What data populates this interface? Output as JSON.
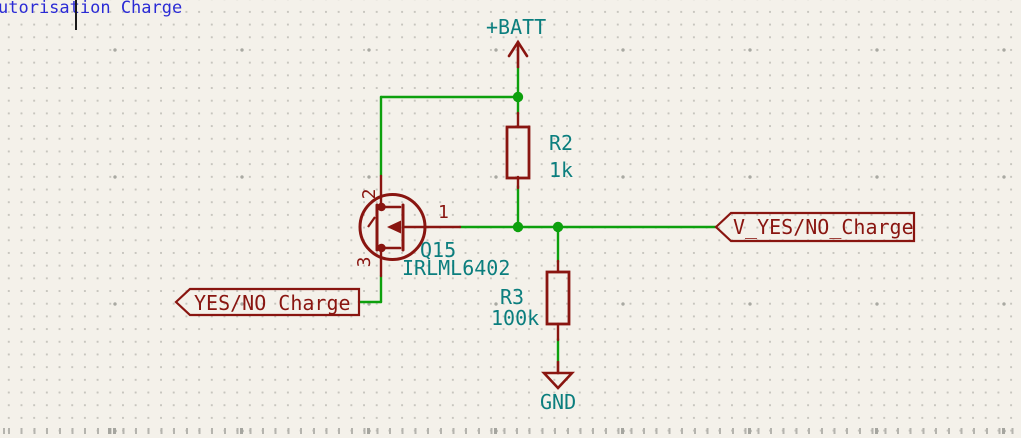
{
  "sheet": {
    "title_text": "utorisation Charge"
  },
  "colors": {
    "background": "#f4f1ea",
    "grid_dot": "#c7c5be",
    "wire_green": "#0da00d",
    "symbol_red": "#891510",
    "field_teal": "#0b7e7e",
    "sheet_text_blue": "#2b2bd5",
    "cursor_black": "#1a1a1a"
  },
  "power": {
    "batt_label": "+BATT",
    "gnd_label": "GND"
  },
  "mosfet": {
    "ref": "Q15",
    "value": "IRLML6402",
    "pin_right": "1",
    "pin_top": "2",
    "pin_bottom": "3"
  },
  "resistors": {
    "r2": {
      "ref": "R2",
      "value": "1k"
    },
    "r3": {
      "ref": "R3",
      "value": "100k"
    }
  },
  "net_labels": {
    "input": "YES/NO_Charge",
    "output": "V_YES/NO_Charge"
  }
}
